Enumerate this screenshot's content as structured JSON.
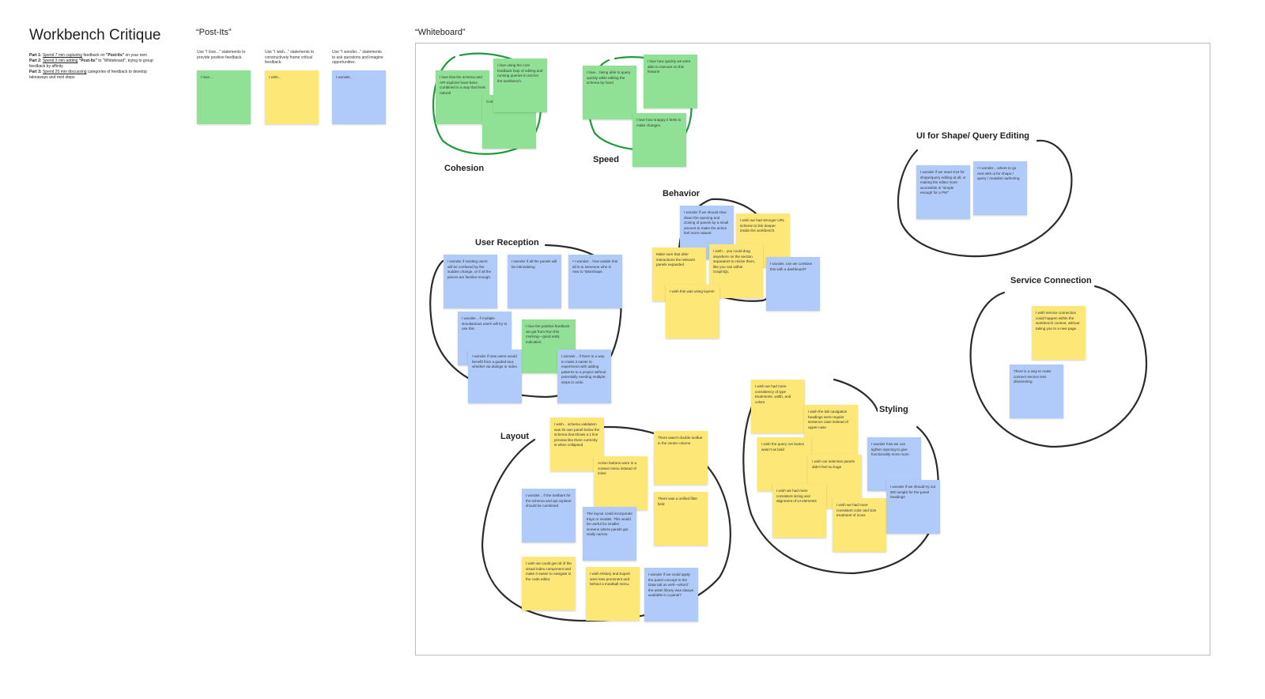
{
  "title": "Workbench Critique",
  "instructions": [
    {
      "label": "Part 1:",
      "link": "Spend 7 min capturing",
      "rest": " feedback on ",
      "strong": "\"Post-Its\"",
      "tail": " on your own"
    },
    {
      "label": "Part 2:",
      "link": "Spend 3 min adding",
      "rest": " ",
      "strong": "\"Post-Its\"",
      "tail": " to \"Whiteboard\", trying to group feedback by affinity"
    },
    {
      "label": "Part 3:",
      "link": "Spend 20 min discussing",
      "rest": " categories of feedback to develop takeaways and next steps",
      "strong": "",
      "tail": ""
    }
  ],
  "postits": {
    "title": "“Post-Its”",
    "columns": [
      {
        "hint": "Use \"I love...\" statements to provide positive feedback.",
        "note": "I love...",
        "color": "#90e196"
      },
      {
        "hint": "Use \"I wish...\" statements to constructively frame critical feedback.",
        "note": "I wish...",
        "color": "#fde777"
      },
      {
        "hint": "Use \"I wonder...\" statements to ask questions and imagine opportunities.",
        "note": "I wonder...",
        "color": "#b0cbf9"
      }
    ]
  },
  "whiteboard": {
    "title": "“Whiteboard”",
    "clusters": {
      "cohesion": "Cohesion",
      "speed": "Speed",
      "behavior": "Behavior",
      "user_reception": "User Reception",
      "layout": "Layout",
      "styling": "Styling",
      "ui_shape": "UI for Shape/ Query Editing",
      "service": "Service Connection"
    },
    "notes": {
      "n1": "I love that the schema and API explorer have been combined in a way that feels natural",
      "n2": "I love using the core feedback loop of editing and running queries to anchor the workbench.",
      "n3": "Combined UI",
      "n4": "I love... being able to query quickly while editing the schema by hand",
      "n5": "I love how quickly we were able to execute on this feature!",
      "n6": "I love how snappy it feels to make changes.",
      "n7": "I wonder if we should slow down the opening and closing of panels by a small amount to make the action feel more natural",
      "n8": "I wish we had stronger URL scheme to link deeper inside the workbench.",
      "n9": "Make sure that after interactions the relevant panels expanded",
      "n10": "I wish... you could drag anywhere on the section separators to resize them, like you can within GraphiQL",
      "n11": "I wonder, can we combine this with a dashboard?",
      "n12": "I wish this was using layers!",
      "n13": "I wonder if existing users will be confused by the sudden change, or if all the pieces are familiar enough.",
      "n14": "I wonder if all the panels will be intimidating",
      "n15": "• I wonder... how usable this all is to someone who is new to TakeShape.",
      "n16": "I wonder... if multiple simultanious users will try to use this",
      "n17": "I love the positive feedback we got from Ron this morning—good early indication.",
      "n18": "I wonder if new users would benefit from a guided tour, whether via dialogs or video",
      "n19": "I wonder... if there is a way to make it easier to experiment with adding patterns to a project without potentially needing multiple steps to undo",
      "n20": "I wish... schema validation was its own panel below the schema that shows a 1 line preview like there currently is when collapsed",
      "n21": "There wasn't double toolbar in the center column",
      "n22": "Action buttons were in a context menu instead of inline",
      "n23": "I wonder... if the toolbars for the schema and api explorer should be combined",
      "n24": "The layout could incorporate trays or modals. This would be useful for smaller screens where panels get really narrow",
      "n25": "There was a unified filter field",
      "n26": "I wish we could get rid of the visual index component and make it easier to navigate in the code editor.",
      "n27": "I wish History and Export were less prominent and behind a meatball menu.",
      "n28": "I wonder if we could apply the panel concept to the Data tab as well—what if the asset library was always available in a panel?",
      "n29": "I wish we had more consistency of type treatments, width, and colors",
      "n30": "I wish the tab navigation headings were regular sentence case instead of upper-case",
      "n31": "I wish the query run button wasn't as bold",
      "n32": "I wish our selection panels didn't feel so huge",
      "n33": "I wonder how we can tighten spacing to give functionality more room",
      "n34": "I wish we had more consistent sizing and alignment of UI elements",
      "n35": "I wish we had more consistent color and size treatment of icons",
      "n36": "I wonder if we should try out 900 weight for the panel headings",
      "n37": "I wonder if we need GUI for shape/query editing at all, or making the editor more accessible is \"simple enough for a PM\"",
      "n38": "• I wonder... where to go next with ui for shape / query / mutation authoring",
      "n39": "I wish service connection could happen within the workbench context, without taking you to a new page.",
      "n40": "There is a way to make connect service less disorienting"
    }
  },
  "colors": {
    "green": "#90e196",
    "yellow": "#fde777",
    "blue": "#b0cbf9",
    "ink": "#2b2b2b",
    "loop_green": "#1f9a3c"
  }
}
